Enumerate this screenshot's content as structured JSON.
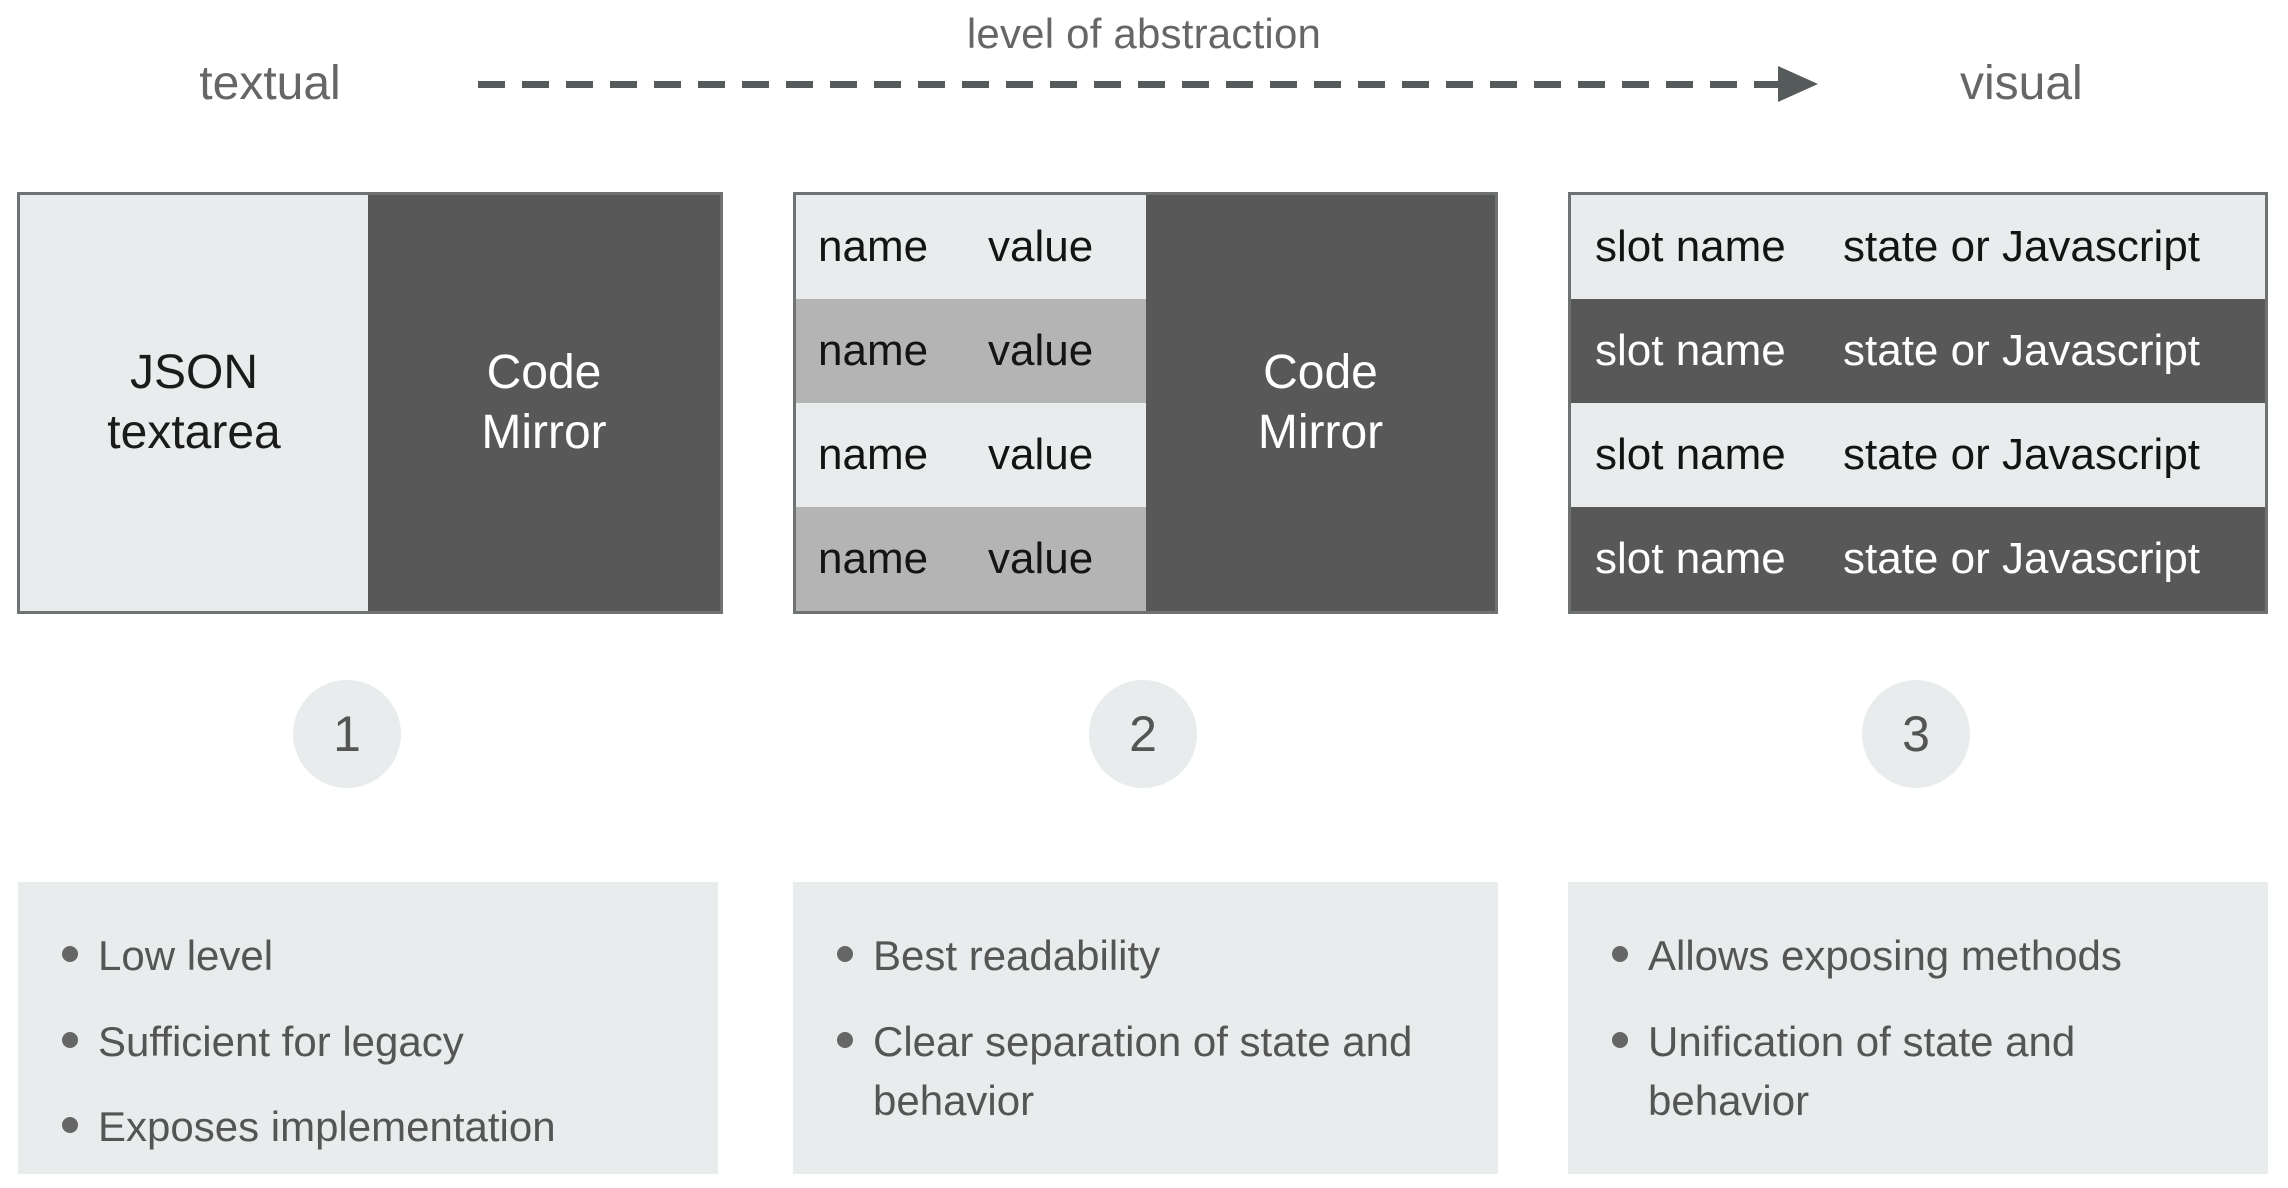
{
  "axis": {
    "title": "level of abstraction",
    "left_label": "textual",
    "right_label": "visual"
  },
  "panels": [
    {
      "id": 1,
      "left_label": "JSON\ntextarea",
      "right_label": "Code\nMirror"
    },
    {
      "id": 2,
      "right_label": "Code\nMirror",
      "rows": [
        {
          "name": "name",
          "value": "value",
          "tone": "light"
        },
        {
          "name": "name",
          "value": "value",
          "tone": "gray"
        },
        {
          "name": "name",
          "value": "value",
          "tone": "light"
        },
        {
          "name": "name",
          "value": "value",
          "tone": "gray"
        }
      ]
    },
    {
      "id": 3,
      "rows": [
        {
          "name": "slot name",
          "value": "state or Javascript",
          "tone": "light"
        },
        {
          "name": "slot name",
          "value": "state or Javascript",
          "tone": "dark"
        },
        {
          "name": "slot name",
          "value": "state or Javascript",
          "tone": "light"
        },
        {
          "name": "slot name",
          "value": "state or Javascript",
          "tone": "dark"
        }
      ]
    }
  ],
  "badges": [
    {
      "number": "1"
    },
    {
      "number": "2"
    },
    {
      "number": "3"
    }
  ],
  "notes": [
    {
      "items": [
        "Low level",
        "Sufficient for legacy",
        "Exposes implementation"
      ]
    },
    {
      "items": [
        "Best readability",
        "Clear separation of state and behavior"
      ]
    },
    {
      "items": [
        "Allows exposing methods",
        "Unification of state and behavior"
      ]
    }
  ],
  "colors": {
    "light_fill": "#e8ecec",
    "gray_fill": "#b4b4b4",
    "dark_fill": "#585858",
    "border": "#6e7272",
    "muted_text": "#555555"
  }
}
